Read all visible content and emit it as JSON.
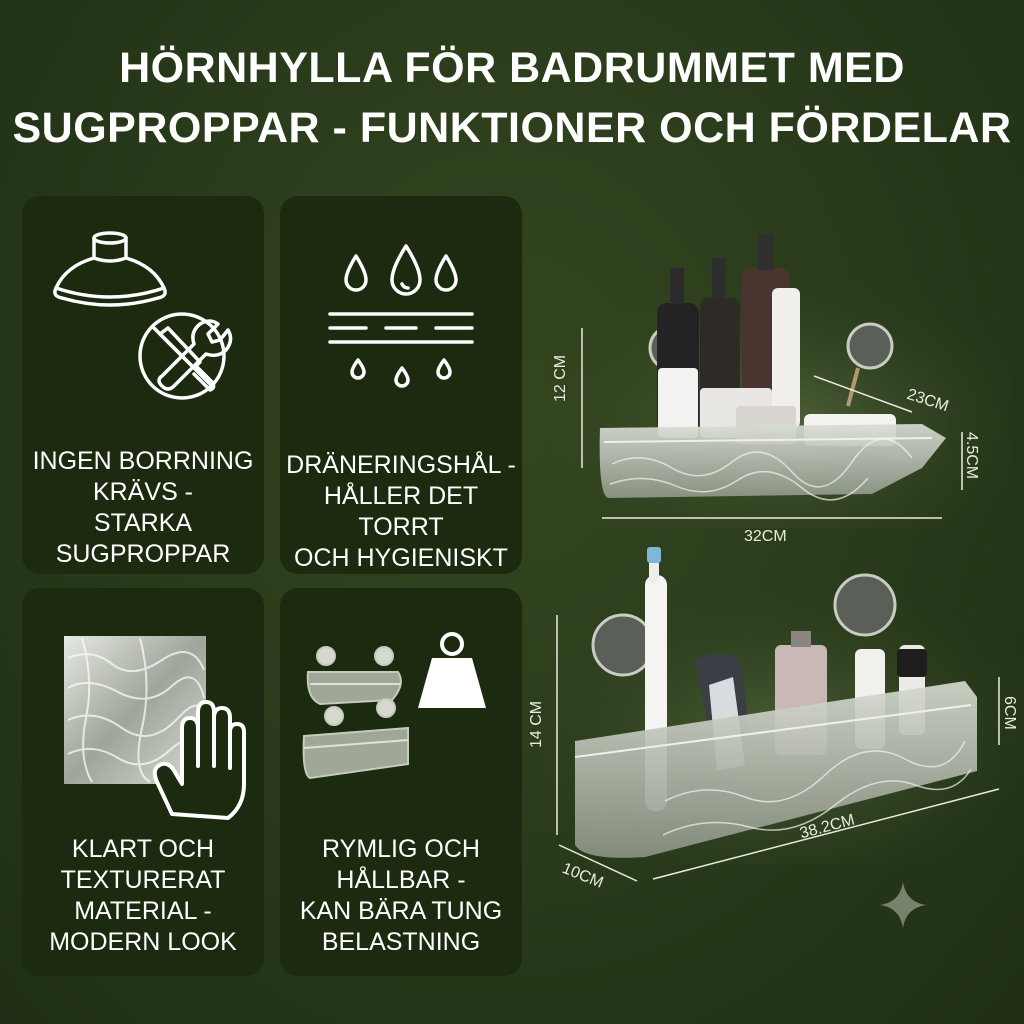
{
  "title": {
    "line1": "HÖRNHYLLA FÖR BADRUMMET MED",
    "line2": "SUGPROPPAR - FUNKTIONER OCH FÖRDELAR"
  },
  "features": [
    {
      "icon": "suction-cup-no-drill-icon",
      "lines": [
        "INGEN BORRNING",
        "KRÄVS -",
        "STARKA",
        "SUGPROPPAR"
      ]
    },
    {
      "icon": "drainage-drops-icon",
      "lines": [
        "DRÄNERINGSHÅL -",
        "HÅLLER DET TORRT",
        "OCH HYGIENISKT"
      ]
    },
    {
      "icon": "textured-material-hand-icon",
      "lines": [
        "KLART OCH",
        "TEXTURERAT",
        "MATERIAL -",
        "MODERN LOOK"
      ]
    },
    {
      "icon": "shelves-weight-icon",
      "lines": [
        "RYMLIG OCH",
        "HÅLLBAR -",
        "KAN BÄRA TUNG",
        "BELASTNING"
      ]
    }
  ],
  "corner_shelf": {
    "height": "12 CM",
    "depth": "23CM",
    "rim_height": "4.5CM",
    "width": "32CM"
  },
  "rect_shelf": {
    "height": "14 CM",
    "rim_height": "6CM",
    "length": "38.2CM",
    "depth": "10CM"
  },
  "colors": {
    "background": "#283a1a",
    "card": "#1c2a10",
    "text": "#ffffff"
  }
}
